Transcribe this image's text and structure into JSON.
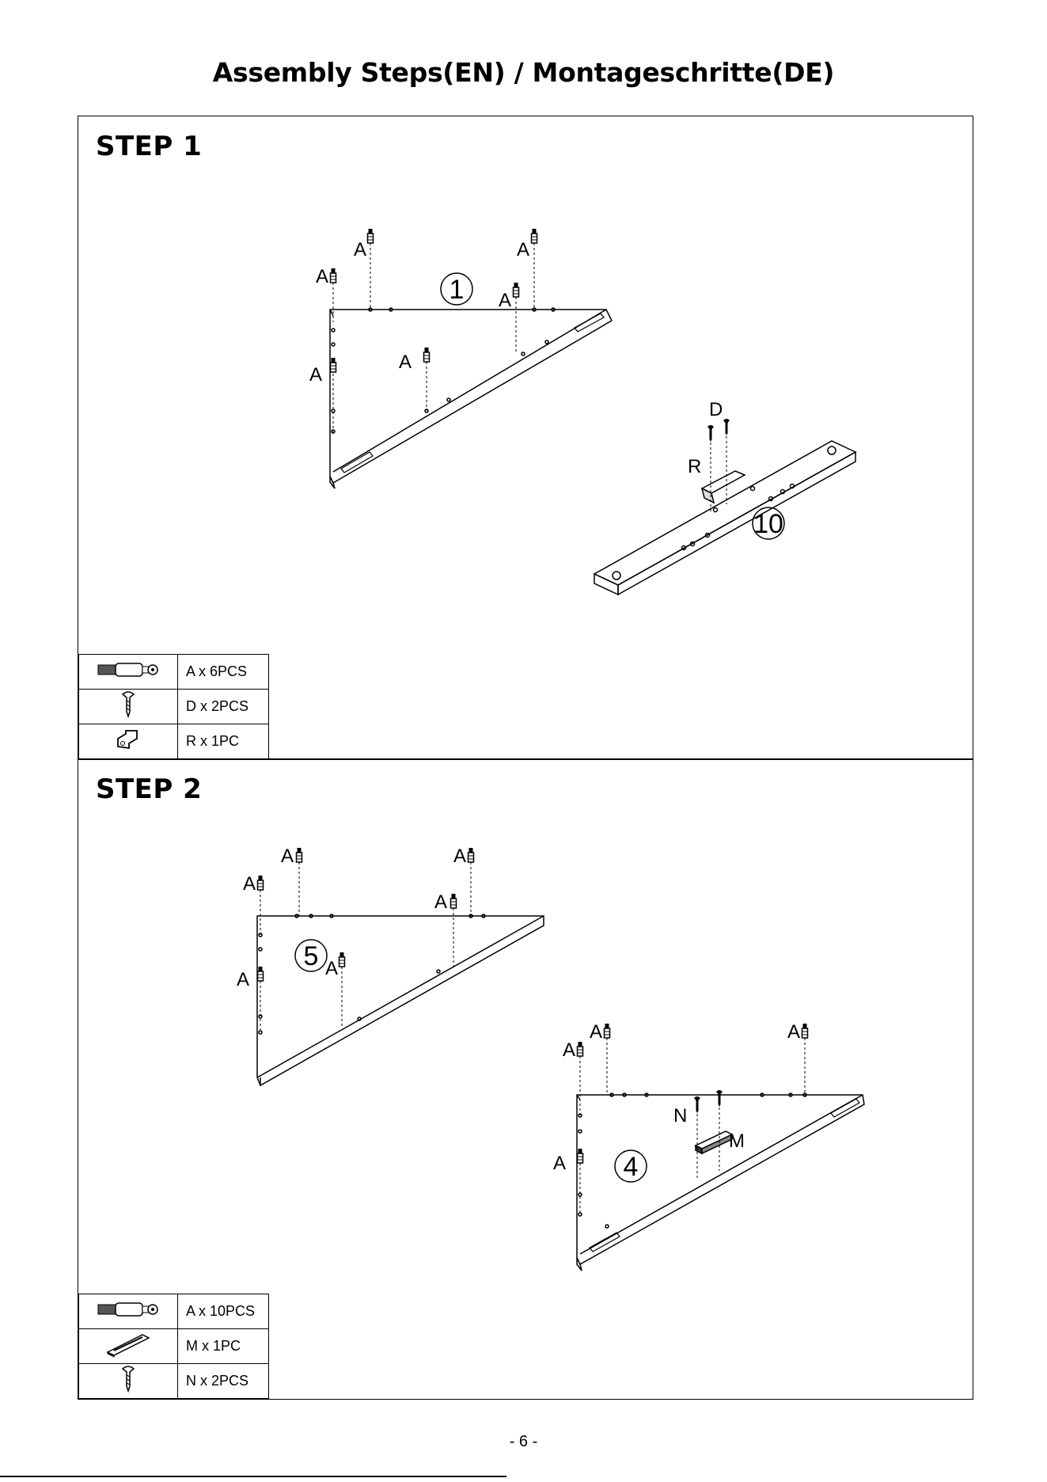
{
  "title": "Assembly Steps(EN) / Montageschritte(DE)",
  "steps": [
    {
      "label": "STEP 1",
      "parts": [
        {
          "icon": "cam-bolt-icon",
          "qty": "A x 6PCS"
        },
        {
          "icon": "screw-icon",
          "qty": "D x 2PCS"
        },
        {
          "icon": "bracket-icon",
          "qty": "R x 1PC"
        }
      ],
      "diagram_labels": {
        "A": "A",
        "D": "D",
        "R": "R",
        "part1": "1",
        "part10": "10"
      }
    },
    {
      "label": "STEP 2",
      "parts": [
        {
          "icon": "cam-bolt-icon",
          "qty": "A x 10PCS"
        },
        {
          "icon": "magnet-catch-icon",
          "qty": "M x 1PC"
        },
        {
          "icon": "screw-icon",
          "qty": "N x 2PCS"
        }
      ],
      "diagram_labels": {
        "A": "A",
        "M": "M",
        "N": "N",
        "part5": "5",
        "part4": "4"
      }
    }
  ],
  "page_number": "- 6 -"
}
